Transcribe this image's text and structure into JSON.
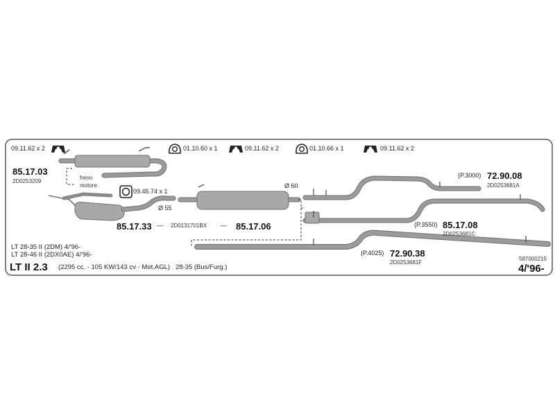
{
  "accessories": [
    {
      "code": "09.11.62 x 2",
      "icon": "hanger-clamp-icon"
    },
    {
      "code": "01.10.60 x 1",
      "icon": "ring-gasket-icon"
    },
    {
      "code": "09.11.62 x 2",
      "icon": "hanger-clamp-icon"
    },
    {
      "code": "01.10.66 x 1",
      "icon": "ring-gasket-icon"
    },
    {
      "code": "09.11.62 x 2",
      "icon": "hanger-clamp-icon"
    }
  ],
  "parts": {
    "front": {
      "number": "85.17.03",
      "oem": "2D0253209"
    },
    "cat": {
      "number": "85.17.33",
      "oem": "2D0131701BX"
    },
    "middle": {
      "number": "85.17.06"
    },
    "rear_a": {
      "number": "72.90.08",
      "oem": "2D0253681A",
      "pos": "(P.3000)"
    },
    "rear_c": {
      "number": "85.17.08",
      "oem": "2D0253681C",
      "pos": "(P.3550)"
    },
    "rear_f": {
      "number": "72.90.38",
      "oem": "2D0253681F",
      "pos": "(P.4025)"
    }
  },
  "labels": {
    "freno": "freno",
    "motore": "motore",
    "gasket": "09.45.74 x 1",
    "dia55": "Ø 55",
    "dia60": "Ø 60",
    "dash": "—"
  },
  "vehicle": {
    "line1": "LT 28-35 II (2DM) 4/'96-",
    "line2": "LT 28-46 II (2DX0AE) 4/'96-",
    "model": "LT II 2.3",
    "specs": "(2295 cc. - 105 KW/143 cv - Mot.AGL)   28-35 (Bus/Furg.)",
    "ref": "587000215",
    "date": "4/'96-"
  }
}
